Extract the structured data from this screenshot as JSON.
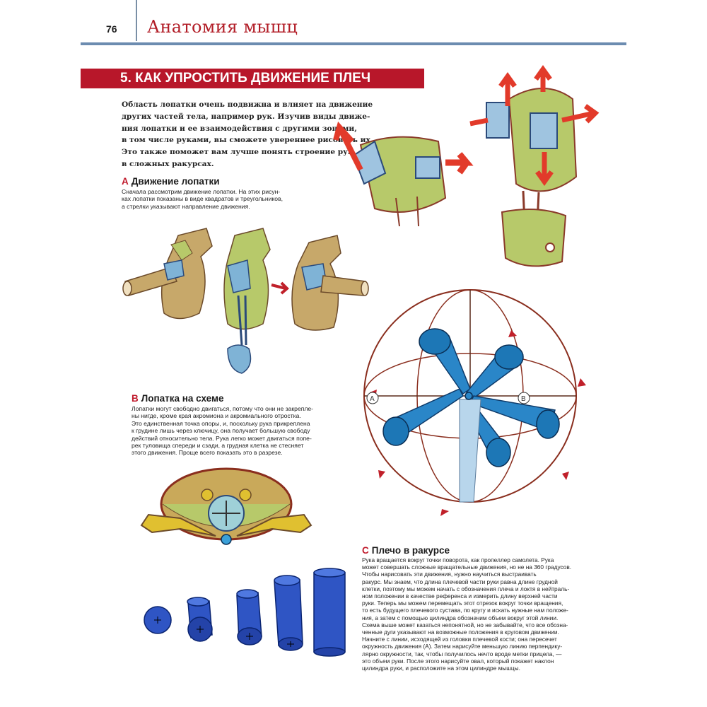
{
  "header": {
    "page_number": "76",
    "title": "Анатомия мышц"
  },
  "chapter": {
    "title": "5. КАК УПРОСТИТЬ ДВИЖЕНИЕ ПЛЕЧ"
  },
  "intro": {
    "lines": [
      "Область лопатки очень подвижна и влияет на движение",
      "других частей тела, например рук. Изучив виды движе-",
      "ния лопатки и ее взаимодействия с другими зонами,",
      "в том числе руками, вы сможете увереннее рисовать их.",
      "Это также поможет вам лучше понять строение рук",
      "в сложных ракурсах."
    ]
  },
  "section_a": {
    "letter": "А",
    "title": "Движение лопатки",
    "lines": [
      "Сначала рассмотрим движение лопатки. На этих рисун-",
      "ках лопатки показаны в виде квадратов и треугольников,",
      "а стрелки указывают направление движения."
    ]
  },
  "section_b": {
    "letter": "B",
    "title": "Лопатка на схеме",
    "lines": [
      "Лопатки могут свободно двигаться, потому что они не закрепле-",
      "ны нигде, кроме края акромиона и акромиального отростка.",
      "Это единственная точка опоры, и, поскольку рука прикреплена",
      "к грудине лишь через ключицу, она получает большую свободу",
      "действий относительно тела. Рука легко может двигаться попе-",
      "рек туловища спереди и сзади, а грудная клетка не стесняет",
      "этого движения. Проще всего показать это в разрезе."
    ]
  },
  "section_c": {
    "letter": "C",
    "title": "Плечо в ракурсе",
    "lines": [
      "Рука вращается вокруг точки поворота, как пропеллер самолета. Рука",
      "может совершать сложные вращательные движения, но не на 360 градусов.",
      "Чтобы нарисовать эти движения, нужно научиться выстраивать",
      "ракурс. Мы знаем, что длина плечевой части руки равна длине грудной",
      "клетки, поэтому мы можем начать с обозначения плеча и локтя в нейтраль-",
      "ном положении в качестве референса и измерить длину верхней части",
      "руки. Теперь мы можем перемещать этот отрезок вокруг точки вращения,",
      "то есть будущего плечевого сустава, по кругу и искать нужные нам положе-",
      "ния, а затем с помощью цилиндра обозначим объем вокруг этой линии.",
      "Схема выше может казаться непонятной, но не забывайте, что все обозна-",
      "ченные дуги указывают на возможные положения в круговом движении.",
      "Начните с линии, исходящей из головки плечевой кости; она пересечет",
      "окружность движения (A). Затем нарисуйте меньшую линию перпендику-",
      "лярно окружности, так, чтобы получилось нечто вроде метки прицела, —",
      "это объем руки. После этого нарисуйте овал, который покажет наклон",
      "цилиндра руки, и расположите на этом цилиндре мышцы."
    ]
  },
  "diagram_labels": {
    "point_a": "A",
    "point_b": "B"
  },
  "colors": {
    "accent_red": "#b8172a",
    "rule_blue": "#6c8cb0",
    "skin_green": "#b7c96a",
    "scapula_blue": "#7fb3d6",
    "cylinder_blue": "#2f55c4",
    "arrow_red": "#e23a2a"
  }
}
